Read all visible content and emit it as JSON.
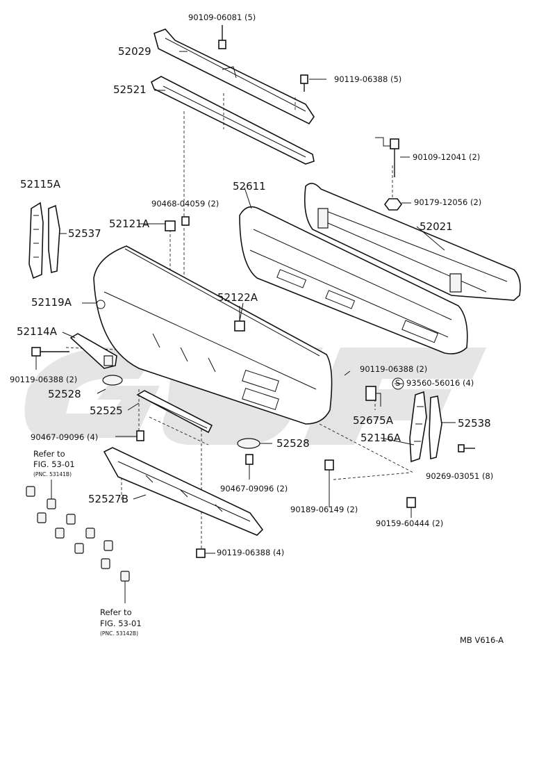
{
  "labels": {
    "p1": "90109-06081 (5)",
    "p2": "52029",
    "p3": "90119-06388 (5)",
    "p4": "52521",
    "p5": "90109-12041 (2)",
    "p6": "52115A",
    "p7": "52611",
    "p8": "90179-12056 (2)",
    "p9": "90468-04059 (2)",
    "p10": "52121A",
    "p11": "52537",
    "p12": "52021",
    "p13": "52119A",
    "p14": "52122A",
    "p15": "52114A",
    "p16": "90119-06388 (2)",
    "p17": "90119-06388 (2)",
    "p18": "S",
    "p19": "93560-56016 (4)",
    "p20": "52528",
    "p21": "52525",
    "p22": "52675A",
    "p23": "52538",
    "p24": "90467-09096 (4)",
    "p25": "52528",
    "p26": "52116A",
    "p27": "90467-09096 (2)",
    "p28": "90269-03051 (8)",
    "p29": "90189-06149 (2)",
    "p30": "90159-60444 (2)",
    "p31": "52527B",
    "p32": "90119-06388 (4)",
    "ref1_a": "Refer to",
    "ref1_b": "FIG. 53-01",
    "ref1_c": "(PNC. 53141B)",
    "ref2_a": "Refer to",
    "ref2_b": "FIG. 53-01",
    "ref2_c": "(PNC. 53142B)",
    "code": "MB V616-A"
  }
}
